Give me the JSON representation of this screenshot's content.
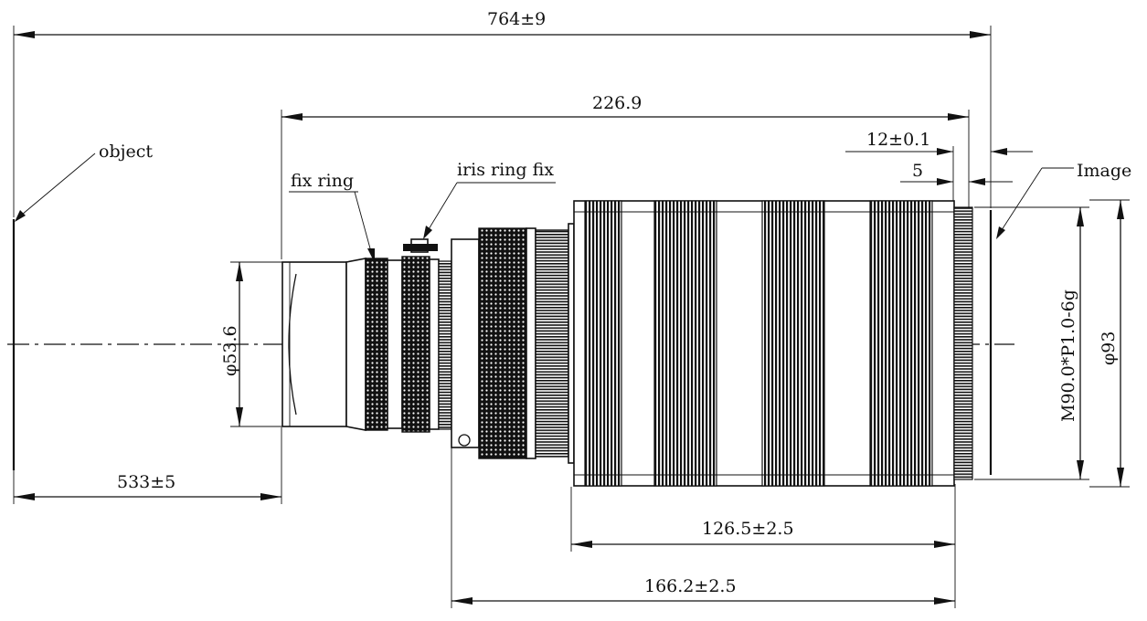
{
  "labels": {
    "object": "object",
    "image": "Image",
    "fix_ring": "fix ring",
    "iris_ring_fix": "iris ring fix"
  },
  "dimensions": {
    "total_length": "764±9",
    "lens_length": "226.9",
    "object_distance": "533±5",
    "front_diameter": "φ53.6",
    "thread_spec": "M90.0*P1.0-6g",
    "rear_diameter": "φ93",
    "flange_12": "12±0.1",
    "flange_5": "5",
    "rear_body_length": "126.5±2.5",
    "mid_body_length": "166.2±2.5"
  },
  "colors": {
    "ink": "#111111",
    "paper": "#ffffff"
  }
}
